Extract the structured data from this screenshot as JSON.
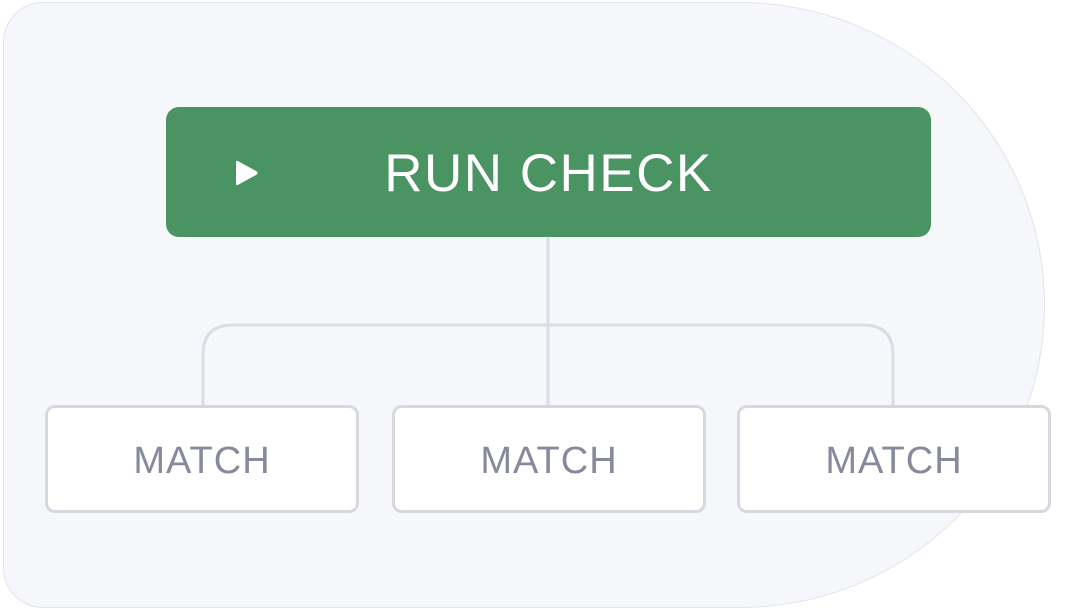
{
  "diagram": {
    "root": {
      "label": "RUN CHECK",
      "icon": "play-icon",
      "color": "#4a9363",
      "text_color": "#ffffff"
    },
    "children": [
      {
        "label": "MATCH"
      },
      {
        "label": "MATCH"
      },
      {
        "label": "MATCH"
      }
    ],
    "colors": {
      "panel_background": "#f6f7fb",
      "connector": "#dcdde4",
      "child_border": "#d7d8df",
      "child_text": "#878a9c"
    }
  }
}
